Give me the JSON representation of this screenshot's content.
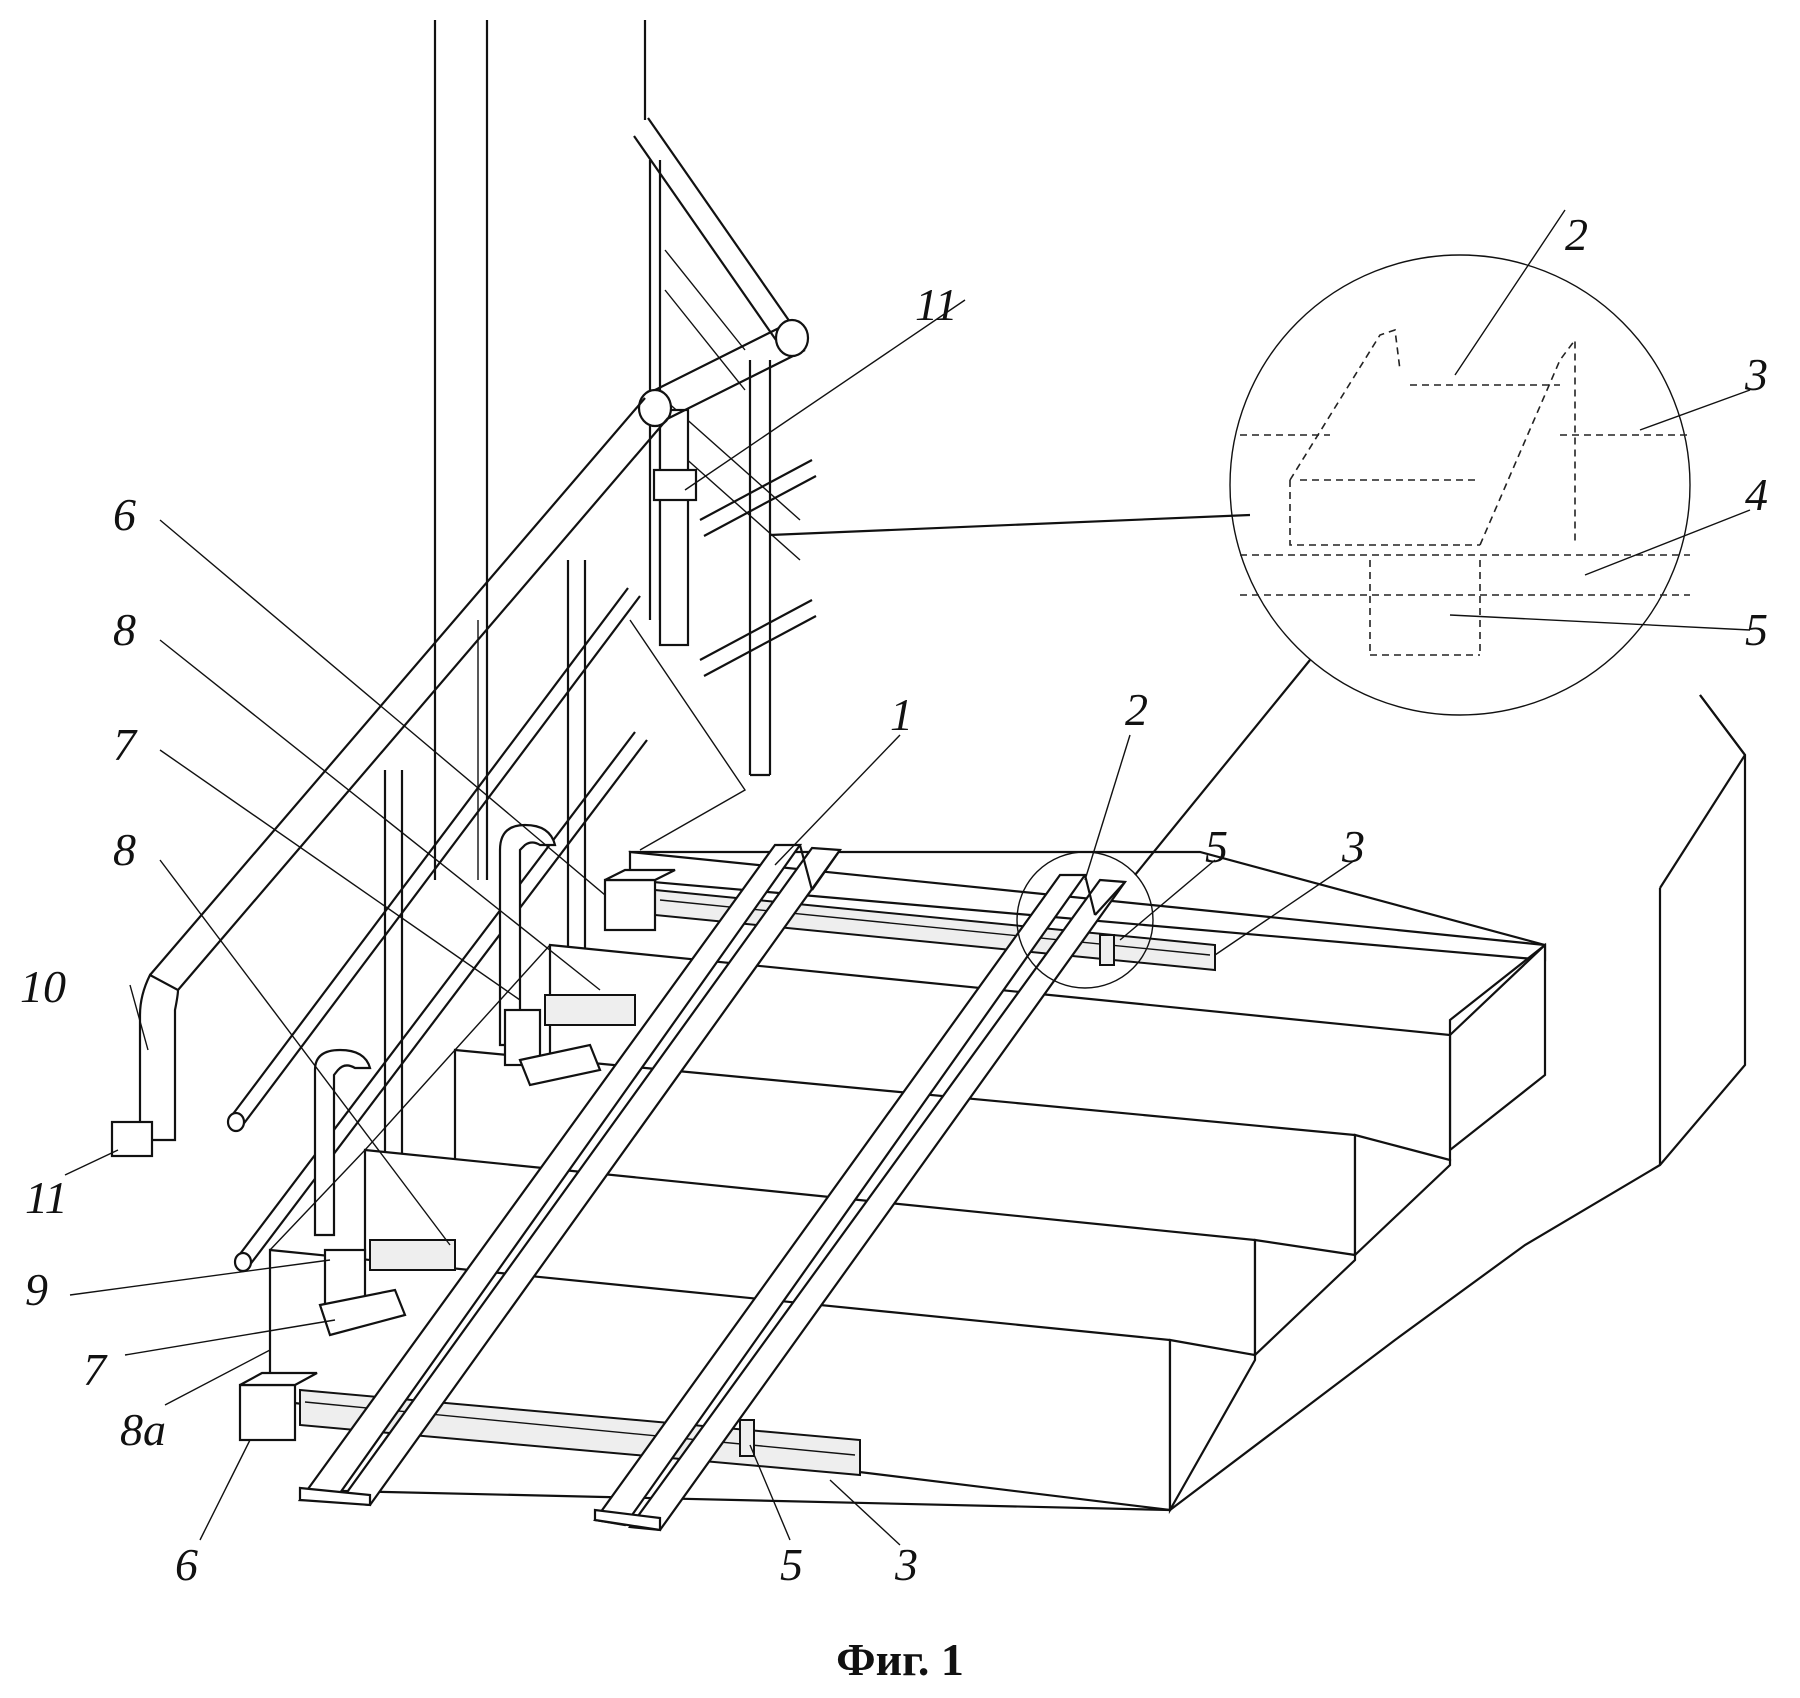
{
  "caption": "Фиг. 1",
  "labels": {
    "l1": "1",
    "l2_detail": "2",
    "l2_main": "2",
    "l3_detail": "3",
    "l3_main": "3",
    "l3_bottom": "3",
    "l4": "4",
    "l5_detail": "5",
    "l5_main": "5",
    "l5_bottom": "5",
    "l6_top": "6",
    "l6_bottom": "6",
    "l7_top": "7",
    "l7_bottom": "7",
    "l8_top": "8",
    "l8_mid": "8",
    "l8a": "8a",
    "l9": "9",
    "l10": "10",
    "l11_top": "11",
    "l11_left": "11"
  }
}
